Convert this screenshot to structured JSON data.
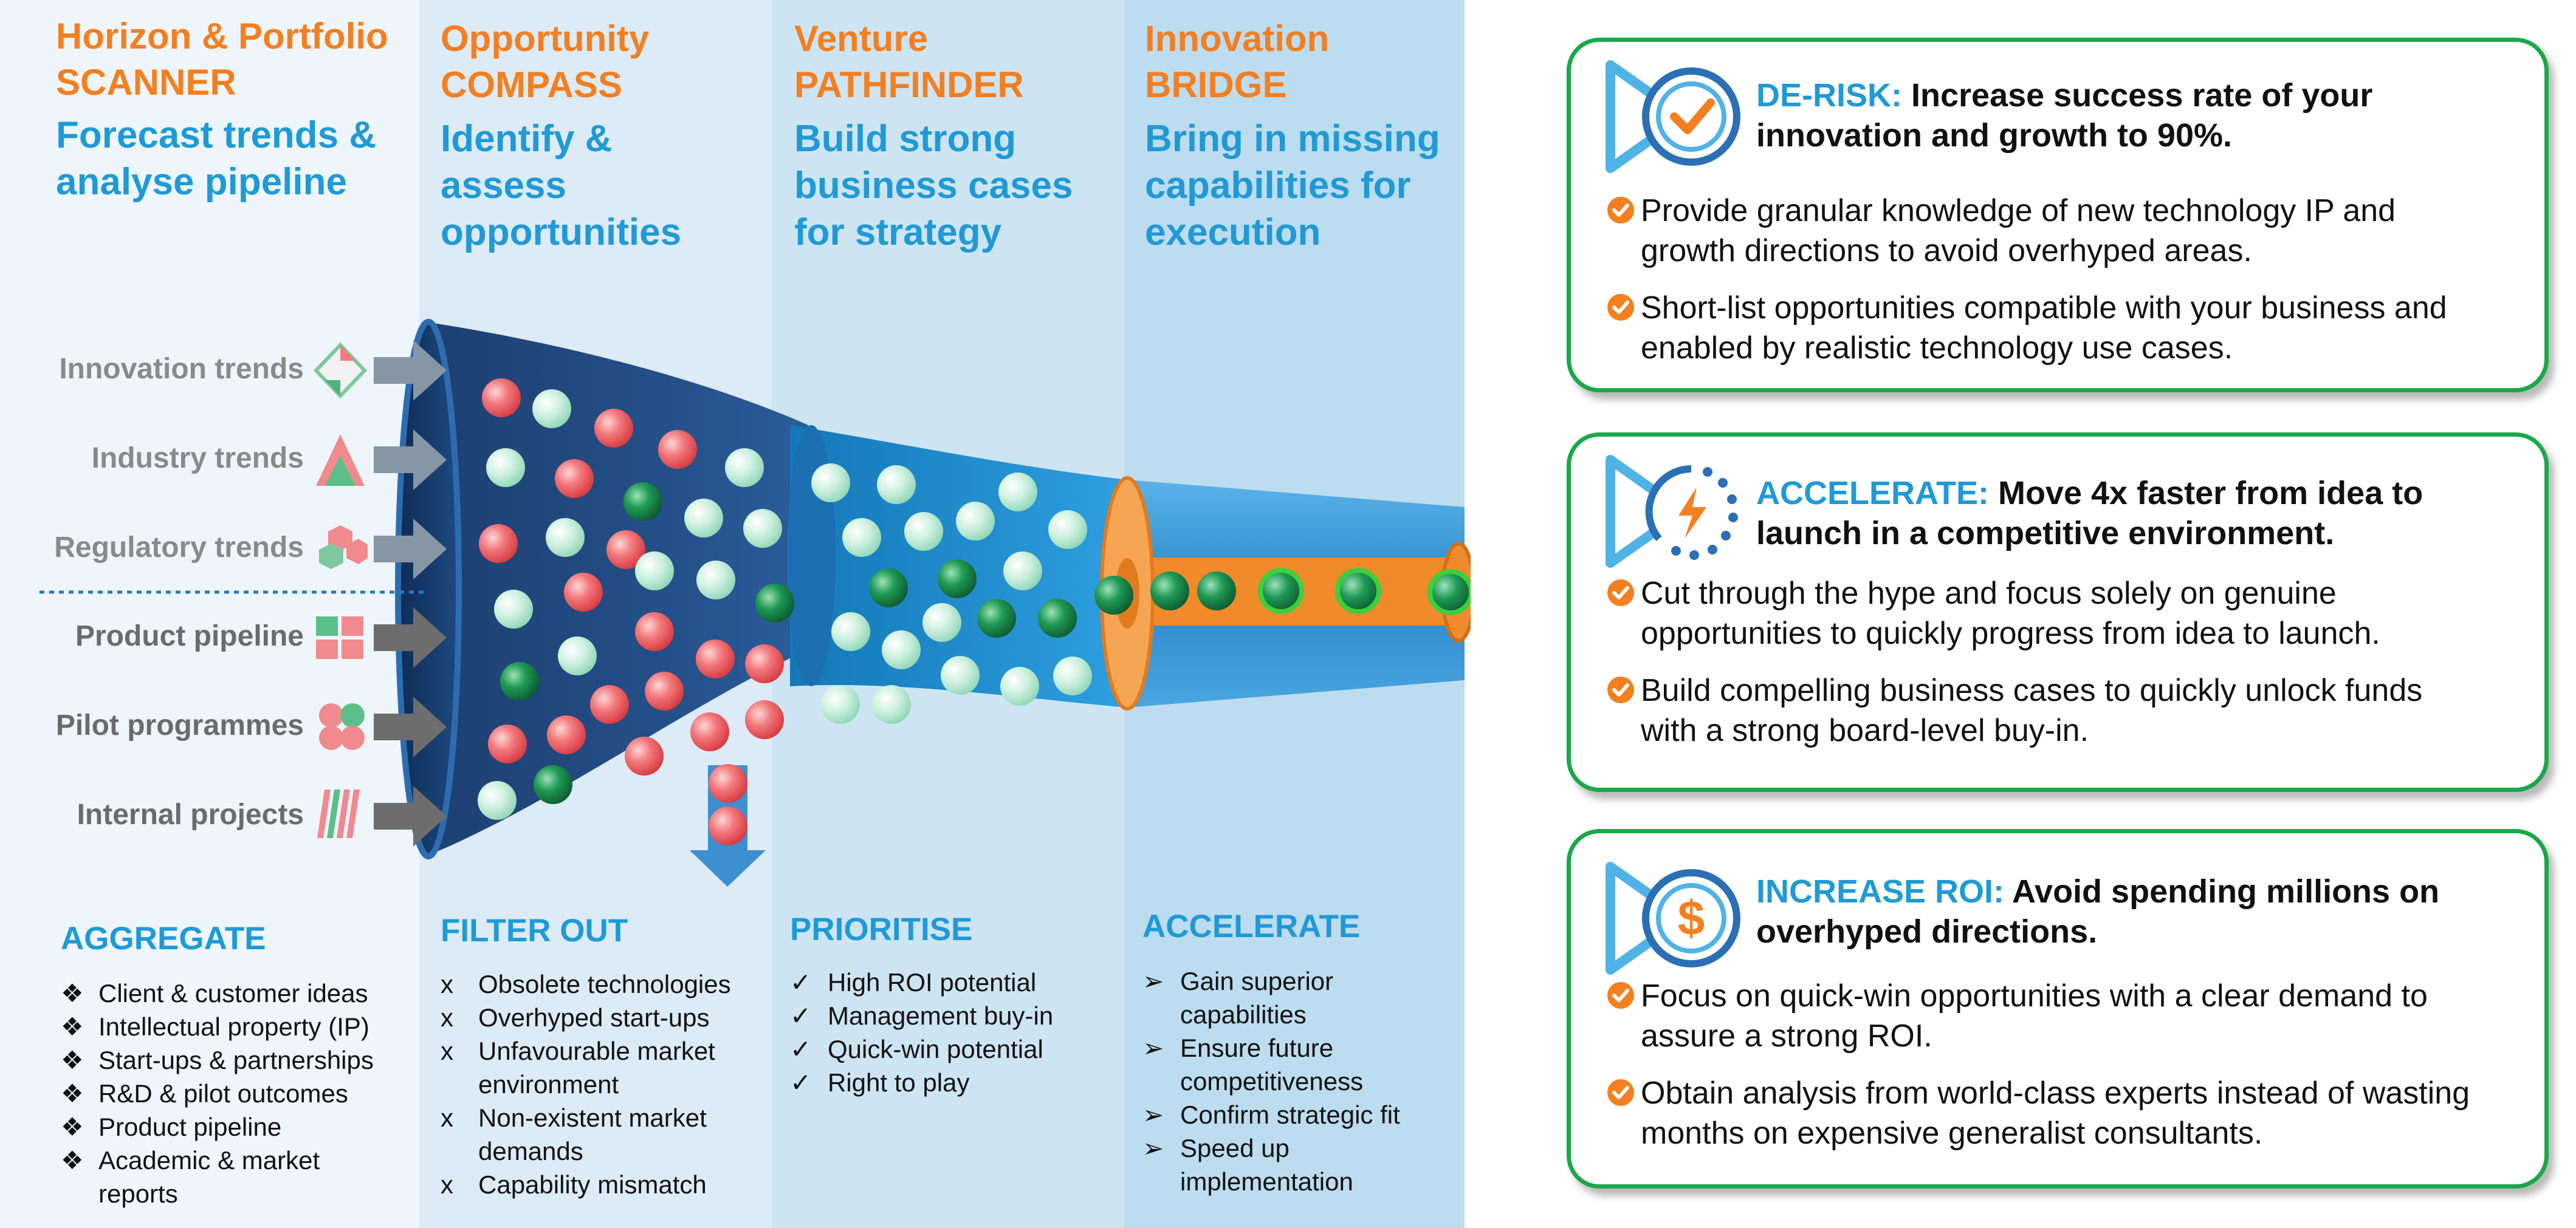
{
  "colors": {
    "orange": "#f47f20",
    "blue": "#1f9ad6",
    "green": "#1aa84a",
    "col1": "#eef6fb",
    "col2": "#dcebf6",
    "col3": "#cde5f3",
    "col4": "#bcdcef"
  },
  "columns": [
    {
      "title_line1": "Horizon & Portfolio",
      "title_line2": "SCANNER",
      "sub_line1": "Forecast trends &",
      "sub_line2": "analyse pipeline",
      "sub_line3": ""
    },
    {
      "title_line1": "Opportunity",
      "title_line2": "COMPASS",
      "sub_line1": "Identify &",
      "sub_line2": "assess",
      "sub_line3": "opportunities"
    },
    {
      "title_line1": "Venture",
      "title_line2": "PATHFINDER",
      "sub_line1": "Build strong",
      "sub_line2": "business cases",
      "sub_line3": "for strategy"
    },
    {
      "title_line1": "Innovation",
      "title_line2": "BRIDGE",
      "sub_line1": "Bring in missing",
      "sub_line2": "capabilities for",
      "sub_line3": "execution"
    }
  ],
  "inputs": [
    {
      "label": "Innovation trends",
      "icon": "diamond-icon"
    },
    {
      "label": "Industry trends",
      "icon": "triangle-icon"
    },
    {
      "label": "Regulatory trends",
      "icon": "hexagon-icon"
    },
    {
      "label": "Product pipeline",
      "icon": "grid-icon"
    },
    {
      "label": "Pilot programmes",
      "icon": "clover-icon"
    },
    {
      "label": "Internal projects",
      "icon": "bars-icon"
    }
  ],
  "stages": [
    {
      "heading": "AGGREGATE",
      "marker": "❖",
      "items": [
        "Client & customer ideas",
        "Intellectual property (IP)",
        "Start-ups & partnerships",
        "R&D & pilot outcomes",
        "Product pipeline",
        "Academic & market",
        "reports"
      ]
    },
    {
      "heading": "FILTER OUT",
      "marker": "x",
      "items": [
        "Obsolete technologies",
        "Overhyped start-ups",
        "Unfavourable market",
        "environment",
        "Non-existent market",
        "demands",
        "Capability mismatch"
      ]
    },
    {
      "heading": "PRIORITISE",
      "marker": "✓",
      "items": [
        "High ROI potential",
        "Management buy-in",
        "Quick-win potential",
        "Right to play"
      ]
    },
    {
      "heading": "ACCELERATE",
      "marker": "➢",
      "items": [
        "Gain superior",
        "capabilities",
        "Ensure future",
        "competitiveness",
        "Confirm strategic fit",
        "Speed up",
        "implementation"
      ]
    }
  ],
  "cards": [
    {
      "icon": "checkmark-icon",
      "key": "DE-RISK:",
      "title_rest": " Increase success rate of your",
      "title_line2": "innovation and growth to 90%.",
      "items": [
        {
          "l1": "Provide granular knowledge of new technology IP and",
          "l2": "growth directions to avoid overhyped areas."
        },
        {
          "l1": "Short-list opportunities compatible with your business and",
          "l2": "enabled by realistic technology use cases."
        }
      ]
    },
    {
      "icon": "lightning-icon",
      "key": "ACCELERATE:",
      "title_rest": " Move 4x faster from idea to",
      "title_line2": "launch in a competitive environment.",
      "items": [
        {
          "l1": "Cut through the hype and focus solely on genuine",
          "l2": "opportunities to quickly progress from idea to launch."
        },
        {
          "l1": "Build compelling business cases to quickly unlock funds",
          "l2": "with a strong board-level buy-in."
        }
      ]
    },
    {
      "icon": "dollar-icon",
      "key": "INCREASE ROI:",
      "title_rest": " Avoid spending millions on",
      "title_line2": "overhyped directions.",
      "items": [
        {
          "l1": "Focus on quick-win opportunities with a clear demand to",
          "l2": "assure a strong ROI."
        },
        {
          "l1": "Obtain analysis from world-class experts instead of wasting",
          "l2": "months on expensive generalist consultants."
        }
      ]
    }
  ]
}
